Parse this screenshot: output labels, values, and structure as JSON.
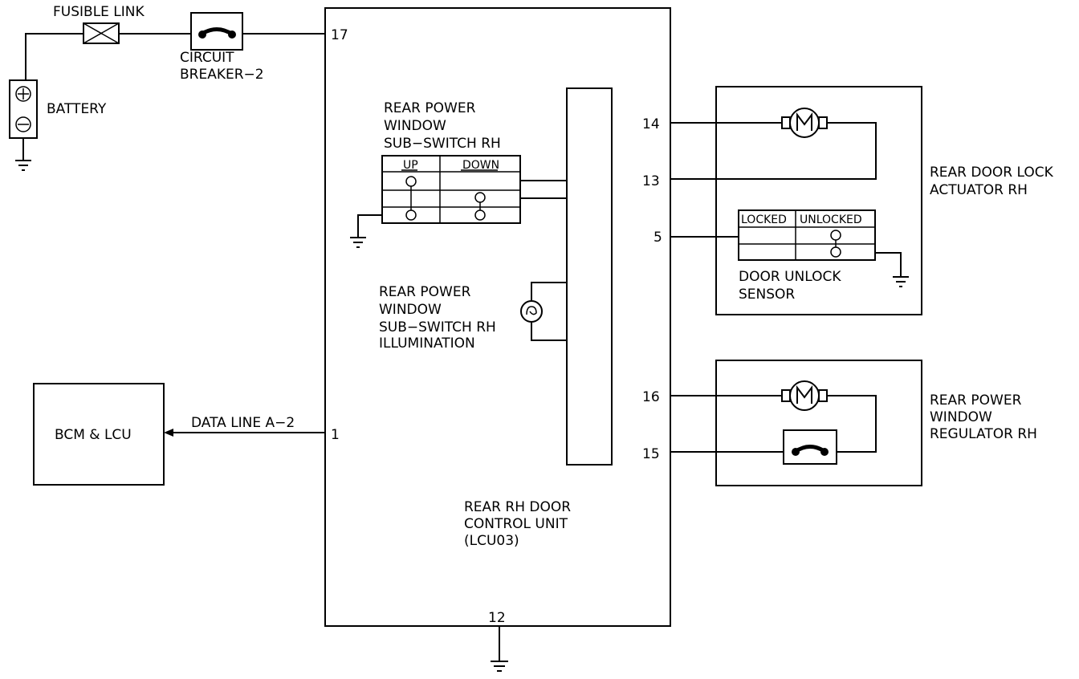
{
  "labels": {
    "fusible_link": "FUSIBLE LINK",
    "circuit_breaker": [
      "CIRCUIT",
      "BREAKER−2"
    ],
    "battery": "BATTERY",
    "sub_switch": [
      "REAR POWER",
      "WINDOW",
      "SUB−SWITCH RH"
    ],
    "sub_switch_illum": [
      "REAR POWER",
      "WINDOW",
      "SUB−SWITCH RH",
      "ILLUMINATION"
    ],
    "bcm": "BCM & LCU",
    "data_line": "DATA LINE A−2",
    "control_unit": [
      "REAR RH DOOR",
      "CONTROL UNIT",
      "(LCU03)"
    ],
    "lock_actuator": [
      "REAR DOOR LOCK",
      "ACTUATOR RH"
    ],
    "unlock_sensor": [
      "DOOR UNLOCK",
      "SENSOR"
    ],
    "window_regulator": [
      "REAR POWER",
      "WINDOW",
      "REGULATOR RH"
    ]
  },
  "switch_table": {
    "up": "UP",
    "down": "DOWN"
  },
  "sensor_table": {
    "locked": "LOCKED",
    "unlocked": "UNLOCKED"
  },
  "pins": {
    "p17": "17",
    "p14": "14",
    "p13": "13",
    "p5": "5",
    "p16": "16",
    "p15": "15",
    "p1": "1",
    "p12": "12"
  }
}
